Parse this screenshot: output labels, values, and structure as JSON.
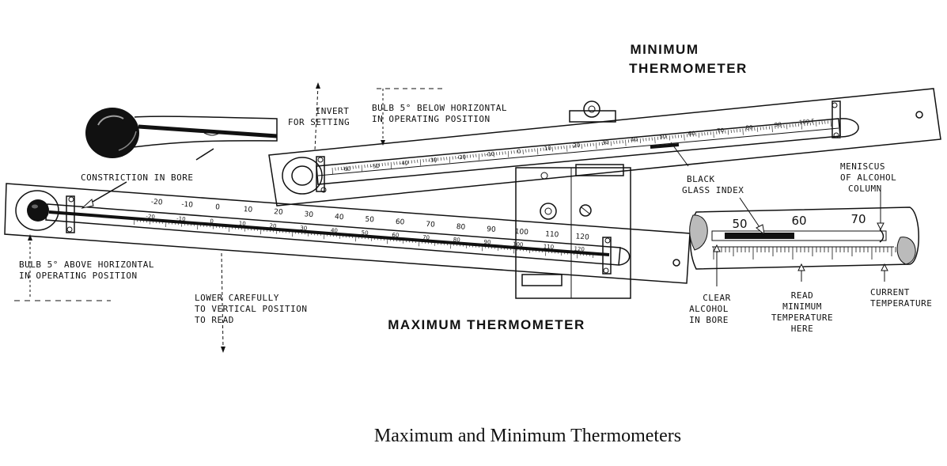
{
  "title_min_line1": "MINIMUM",
  "title_min_line2": "THERMOMETER",
  "title_max": "MAXIMUM THERMOMETER",
  "caption": "Maximum and Minimum Thermometers",
  "labels": {
    "invert_1": "INVERT",
    "invert_2": "FOR SETTING",
    "bulb_below_1": "BULB 5° BELOW HORIZONTAL",
    "bulb_below_2": "IN OPERATING POSITION",
    "constriction": "CONSTRICTION IN BORE",
    "bulb_above_1": "BULB 5° ABOVE HORIZONTAL",
    "bulb_above_2": "IN OPERATING POSITION",
    "lower_1": "LOWER CAREFULLY",
    "lower_2": "TO VERTICAL POSITION",
    "lower_3": "TO READ",
    "black_glass_1": "BLACK",
    "black_glass_2": "GLASS INDEX",
    "meniscus_1": "MENISCUS",
    "meniscus_2": "OF ALCOHOL",
    "meniscus_3": "COLUMN",
    "clear_1": "CLEAR",
    "clear_2": "ALCOHOL",
    "clear_3": "IN BORE",
    "read_1": "READ",
    "read_2": "MINIMUM",
    "read_3": "TEMPERATURE",
    "read_4": "HERE",
    "current_1": "CURRENT",
    "current_2": "TEMPERATURE"
  },
  "min_scale": [
    "-60",
    "-50",
    "-40",
    "-30",
    "-20",
    "-10",
    "0",
    "10",
    "20",
    "30",
    "40",
    "50",
    "60",
    "70",
    "80",
    "90",
    "100 F"
  ],
  "max_scale_upper": [
    "-20",
    "-10",
    "0",
    "10",
    "20",
    "30",
    "40",
    "50",
    "60",
    "70",
    "80",
    "90",
    "100",
    "110",
    "120"
  ],
  "max_scale_lower": [
    "-20",
    "-10",
    "0",
    "10",
    "20",
    "30",
    "40",
    "50",
    "60",
    "70",
    "80",
    "90",
    "100",
    "110",
    "120"
  ],
  "detail_scale": [
    "50",
    "60",
    "70"
  ]
}
